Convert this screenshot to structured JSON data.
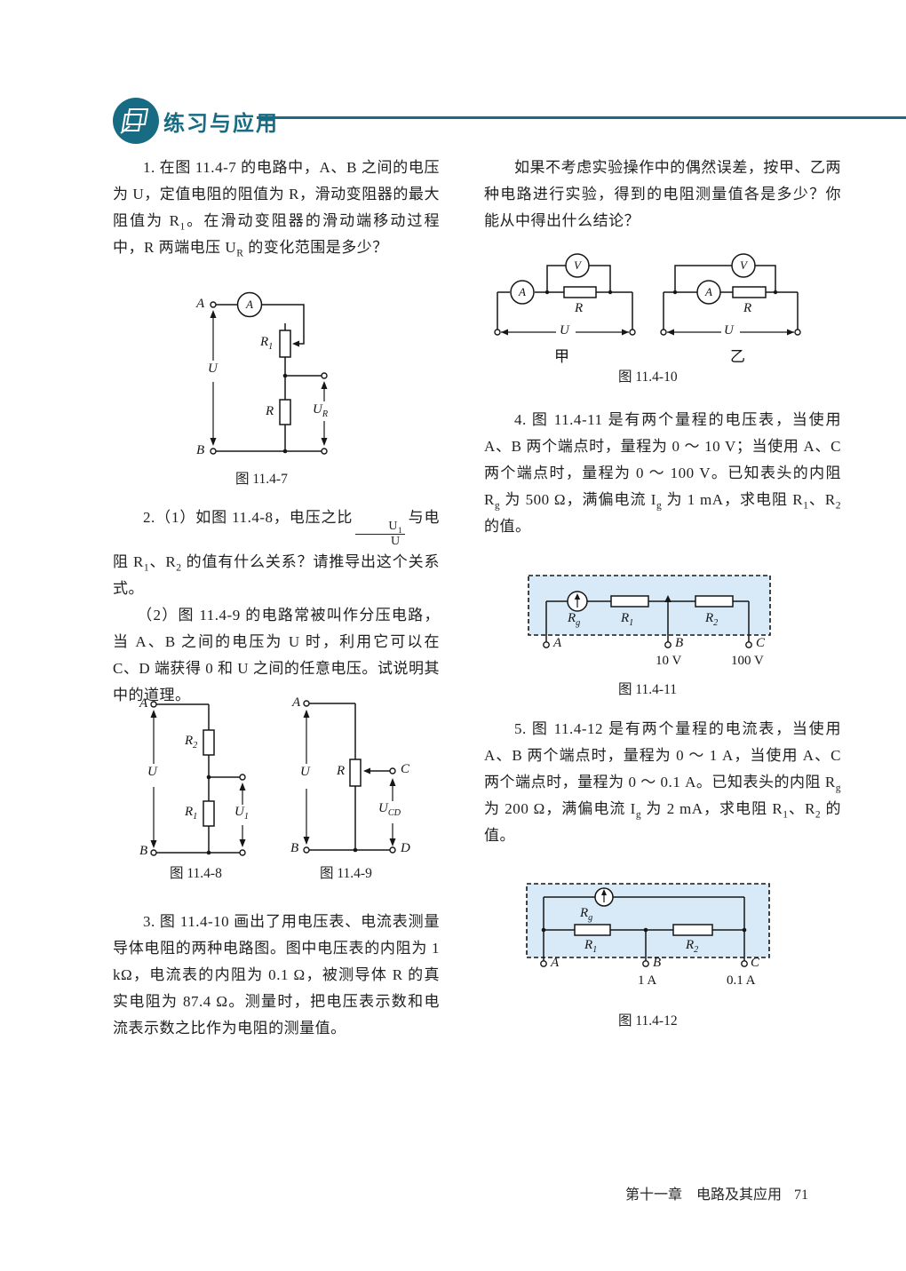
{
  "colors": {
    "accent_teal": "#176b82",
    "figure_fill": "#d8eaf7"
  },
  "header": {
    "title": "练习与应用"
  },
  "problems": {
    "p1": "1. 在图 11.4-7 的电路中，A、B 之间的电压为 U，定值电阻的阻值为 R，滑动变阻器的最大阻值为 R~1~。在滑动变阻器的滑动端移动过程中，R 两端电压 U~R~ 的变化范围是多少？",
    "p2_part1_before": "2.（1）如图 11.4-8，电压之比",
    "p2_frac_numerator": "U~1~",
    "p2_frac_denominator": "U",
    "p2_part1_after": "与电阻 R~1~、R~2~ 的值有什么关系？请推导出这个关系式。",
    "p2_part2": "（2）图 11.4-9 的电路常被叫作分压电路，当 A、B 之间的电压为 U 时，利用它可以在 C、D 端获得 0 和 U 之间的任意电压。试说明其中的道理。",
    "p3": "3. 图 11.4-10 画出了用电压表、电流表测量导体电阻的两种电路图。图中电压表的内阻为 1 kΩ，电流表的内阻为 0.1 Ω，被测导体 R 的真实电阻为 87.4 Ω。测量时，把电压表示数和电流表示数之比作为电阻的测量值。",
    "p3_continued": "如果不考虑实验操作中的偶然误差，按甲、乙两种电路进行实验，得到的电阻测量值各是多少？你能从中得出什么结论？",
    "p4": "4. 图 11.4-11 是有两个量程的电压表，当使用 A、B 两个端点时，量程为 0 ～ 10 V；当使用 A、C 两个端点时，量程为 0 ～ 100 V。已知表头的内阻 R~g~ 为 500 Ω，满偏电流 I~g~ 为 1 mA，求电阻 R~1~、R~2~ 的值。",
    "p5": "5. 图 11.4-12 是有两个量程的电流表，当使用 A、B 两个端点时，量程为 0 ～ 1 A，当使用 A、C 两个端点时，量程为 0 ～ 0.1 A。已知表头的内阻 R~g~ 为 200 Ω，满偏电流 I~g~ 为 2 mA，求电阻 R~1~、R~2~ 的值。"
  },
  "figures": {
    "fig7": {
      "caption": "图 11.4-7",
      "ammeter": "A",
      "labels": {
        "A": "A",
        "B": "B",
        "U": "U",
        "R1": "R~1~",
        "R": "R",
        "UR": "U~R~"
      }
    },
    "fig8": {
      "caption": "图 11.4-8",
      "labels": {
        "A": "A",
        "B": "B",
        "U": "U",
        "R2": "R~2~",
        "R1": "R~1~",
        "U1": "U~1~"
      }
    },
    "fig9": {
      "caption": "图 11.4-9",
      "labels": {
        "A": "A",
        "B": "B",
        "C": "C",
        "D": "D",
        "U": "U",
        "R": "R",
        "UCD": "U~CD~"
      }
    },
    "fig10": {
      "caption": "图 11.4-10",
      "left": {
        "ammeter": "A",
        "voltmeter": "V",
        "R": "R",
        "U": "U",
        "tag": "甲"
      },
      "right": {
        "ammeter": "A",
        "voltmeter": "V",
        "R": "R",
        "U": "U",
        "tag": "乙"
      }
    },
    "fig11": {
      "caption": "图 11.4-11",
      "labels": {
        "Rg": "R~g~",
        "R1": "R~1~",
        "R2": "R~2~",
        "A": "A",
        "B": "B",
        "C": "C"
      },
      "ranges": {
        "B": "10 V",
        "C": "100 V"
      }
    },
    "fig12": {
      "caption": "图 11.4-12",
      "labels": {
        "Rg": "R~g~",
        "R1": "R~1~",
        "R2": "R~2~",
        "A": "A",
        "B": "B",
        "C": "C"
      },
      "ranges": {
        "B": "1 A",
        "C": "0.1 A"
      }
    }
  },
  "footer": {
    "chapter": "第十一章　电路及其应用",
    "page_number": "71"
  }
}
